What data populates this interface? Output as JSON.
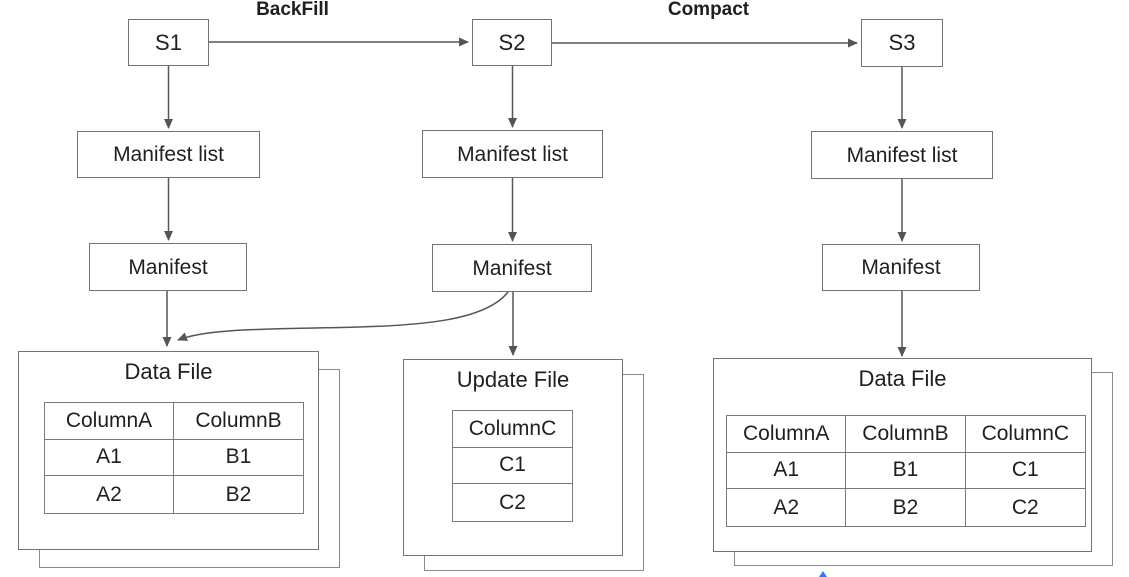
{
  "diagram": {
    "snapshots": [
      "S1",
      "S2",
      "S3"
    ],
    "edge_labels": {
      "backfill": "BackFill",
      "compact": "Compact"
    },
    "manifest_list_label": "Manifest list",
    "manifest_label": "Manifest"
  },
  "files": {
    "left": {
      "title": "Data File",
      "headers": [
        "ColumnA",
        "ColumnB"
      ],
      "rows": [
        [
          "A1",
          "B1"
        ],
        [
          "A2",
          "B2"
        ]
      ]
    },
    "middle": {
      "title": "Update File",
      "headers": [
        "ColumnC"
      ],
      "rows": [
        [
          "C1"
        ],
        [
          "C2"
        ]
      ]
    },
    "right": {
      "title": "Data File",
      "headers": [
        "ColumnA",
        "ColumnB",
        "ColumnC"
      ],
      "rows": [
        [
          "A1",
          "B1",
          "C1"
        ],
        [
          "A2",
          "B2",
          "C2"
        ]
      ]
    }
  },
  "colors": {
    "line": "#555555",
    "box_border": "#737373",
    "table_border": "#7a7a7a",
    "text": "#1f1f1f",
    "cursor_artifact_blue": "#2e7bf0"
  }
}
